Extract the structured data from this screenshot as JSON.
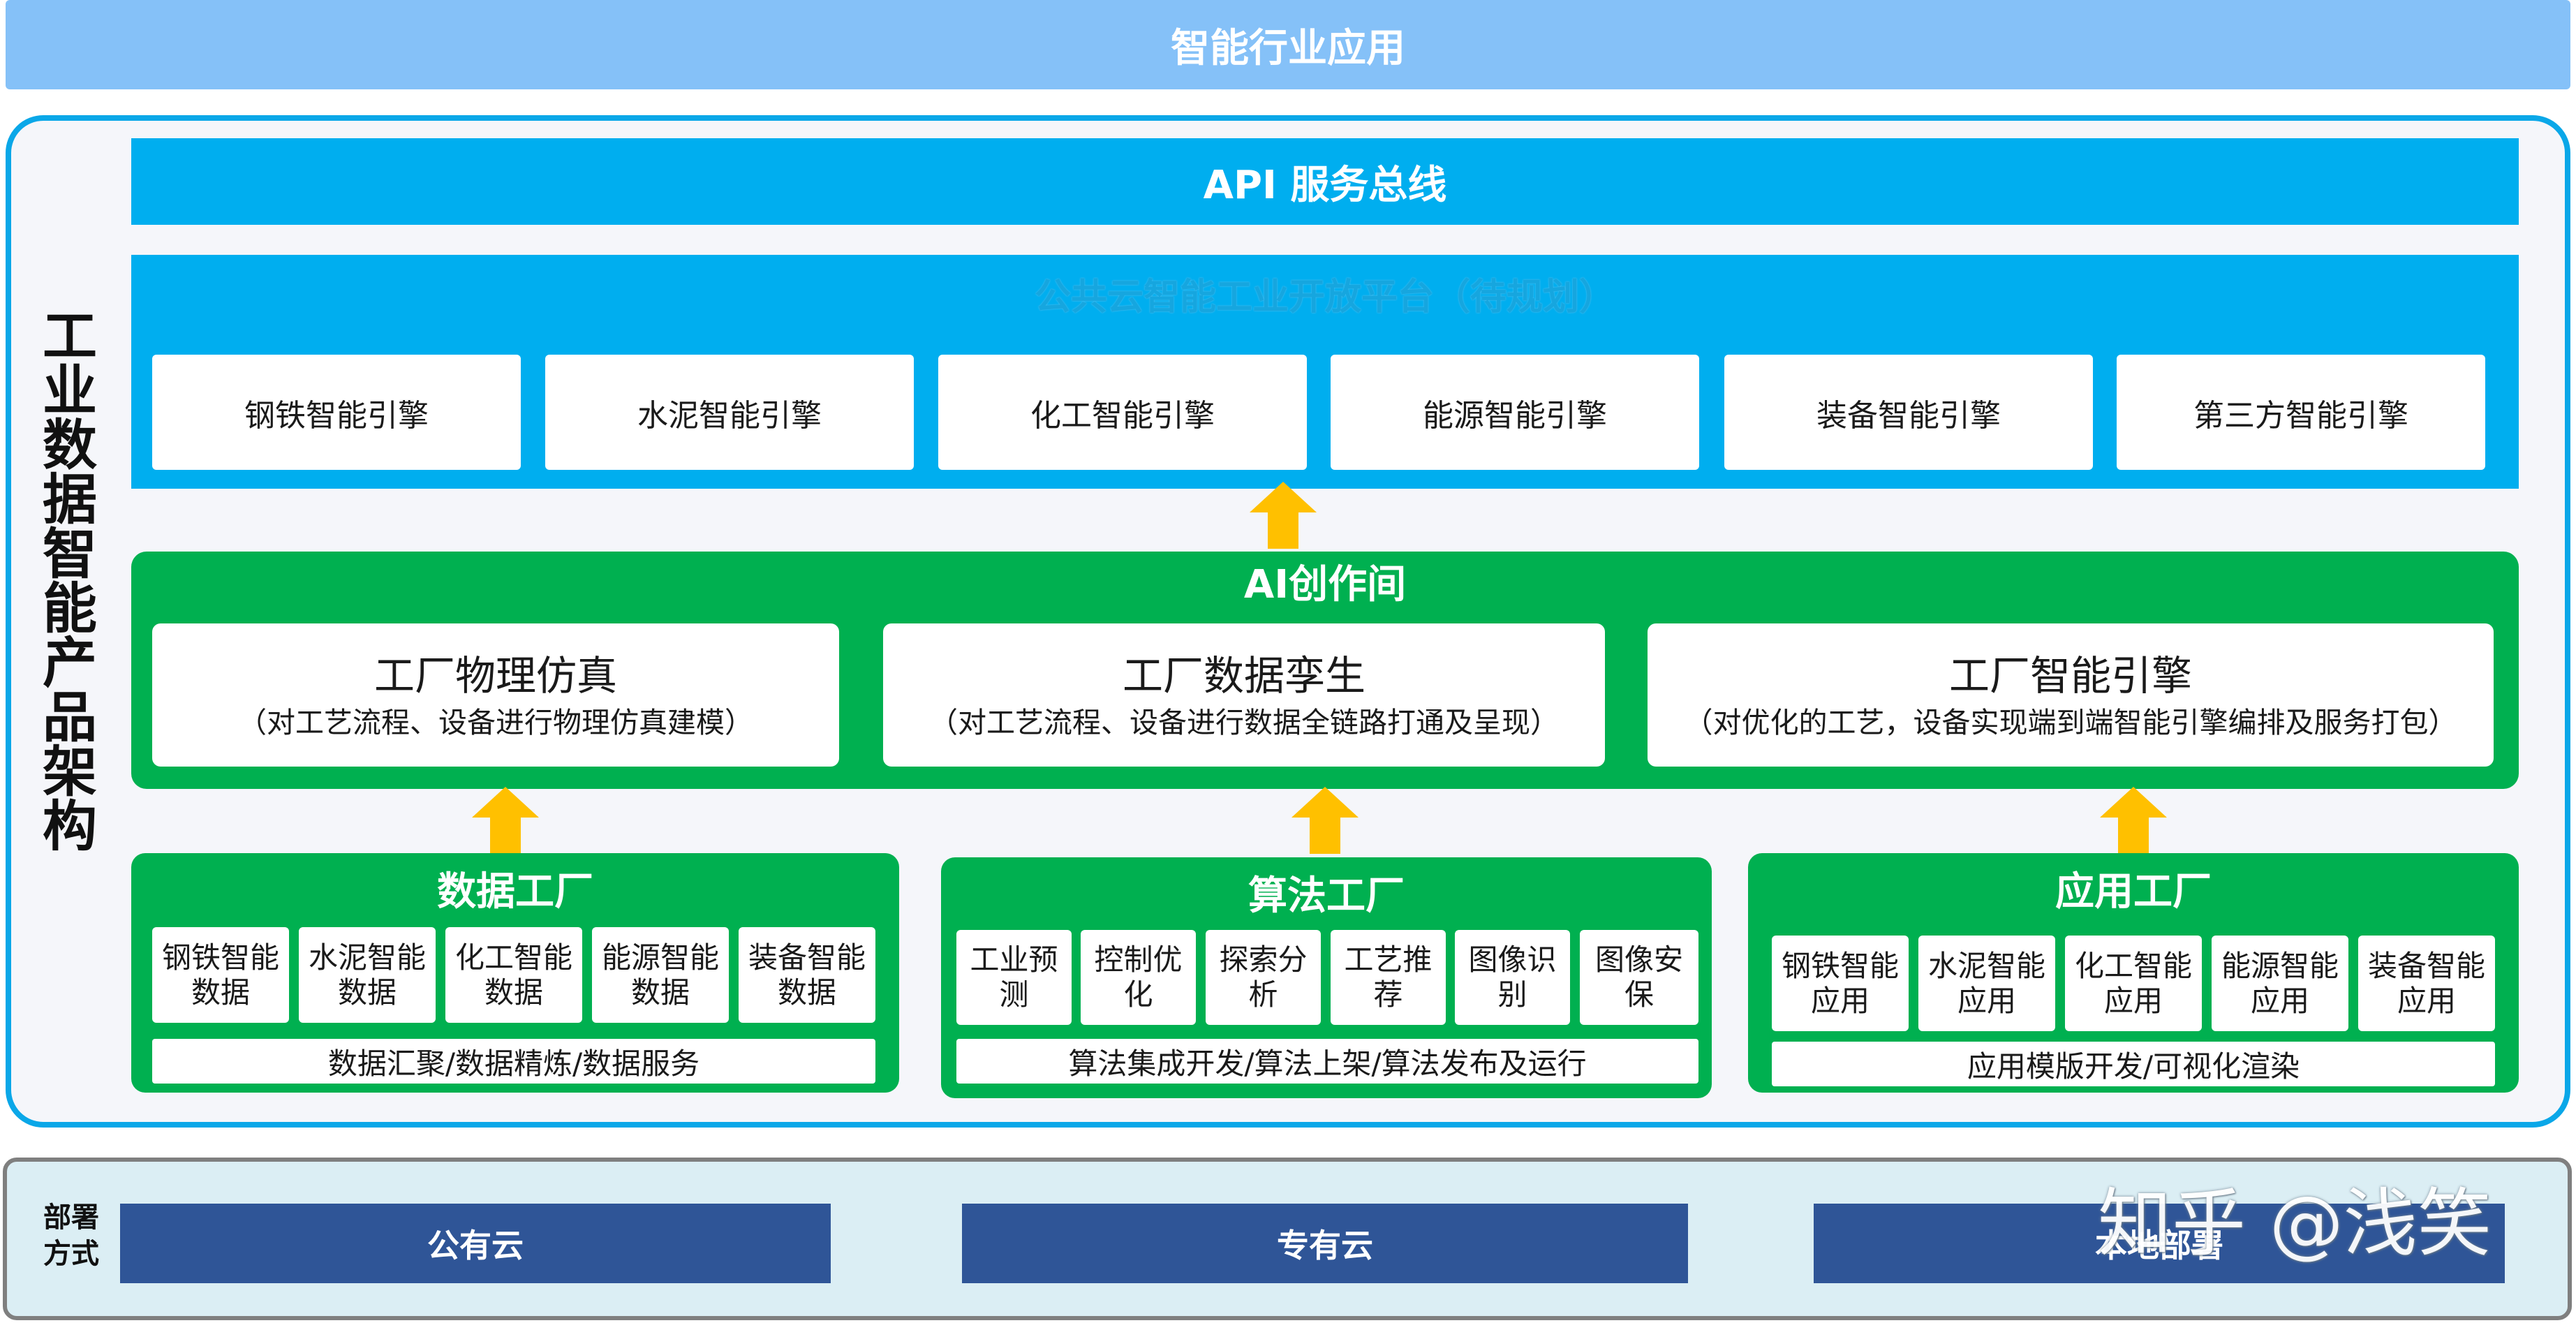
{
  "top_bar": {
    "title": "智能行业应用"
  },
  "side_title": "工业数据智能产品架构",
  "api_bar": {
    "title": "API 服务总线"
  },
  "cloud_platform": {
    "title": "公共云智能工业开放平台（待规划）",
    "engines": [
      "钢铁智能引擎",
      "水泥智能引擎",
      "化工智能引擎",
      "能源智能引擎",
      "装备智能引擎",
      "第三方智能引擎"
    ]
  },
  "ai_space": {
    "title": "AI创作间",
    "cards": [
      {
        "title": "工厂物理仿真",
        "desc": "（对工艺流程、设备进行物理仿真建模）"
      },
      {
        "title": "工厂数据孪生",
        "desc": "（对工艺流程、设备进行数据全链路打通及呈现）"
      },
      {
        "title": "工厂智能引擎",
        "desc": "（对优化的工艺，设备实现端到端智能引擎编排及服务打包）"
      }
    ]
  },
  "factories": [
    {
      "title": "数据工厂",
      "items": [
        [
          "钢铁智能",
          "数据"
        ],
        [
          "水泥智能",
          "数据"
        ],
        [
          "化工智能",
          "数据"
        ],
        [
          "能源智能",
          "数据"
        ],
        [
          "装备智能",
          "数据"
        ]
      ],
      "footer": "数据汇聚/数据精炼/数据服务"
    },
    {
      "title": "算法工厂",
      "items": [
        [
          "工业预",
          "测"
        ],
        [
          "控制优",
          "化"
        ],
        [
          "探索分",
          "析"
        ],
        [
          "工艺推",
          "荐"
        ],
        [
          "图像识",
          "别"
        ],
        [
          "图像安",
          "保"
        ]
      ],
      "footer": "算法集成开发/算法上架/算法发布及运行"
    },
    {
      "title": "应用工厂",
      "items": [
        [
          "钢铁智能",
          "应用"
        ],
        [
          "水泥智能",
          "应用"
        ],
        [
          "化工智能",
          "应用"
        ],
        [
          "能源智能",
          "应用"
        ],
        [
          "装备智能",
          "应用"
        ]
      ],
      "footer": "应用模版开发/可视化渲染"
    }
  ],
  "deployment": {
    "label": [
      "部署",
      "方式"
    ],
    "options": [
      "公有云",
      "专有云",
      "本地部署"
    ]
  },
  "watermark": "知乎 @浅笑",
  "colors": {
    "top_bar": "#85c1f8",
    "frame_border": "#0aa7e8",
    "api_blue": "#00aeef",
    "green": "#00b050",
    "arrow_gold": "#ffc000",
    "deploy_blue": "#2f5597",
    "deploy_bg": "#dbeef4"
  }
}
